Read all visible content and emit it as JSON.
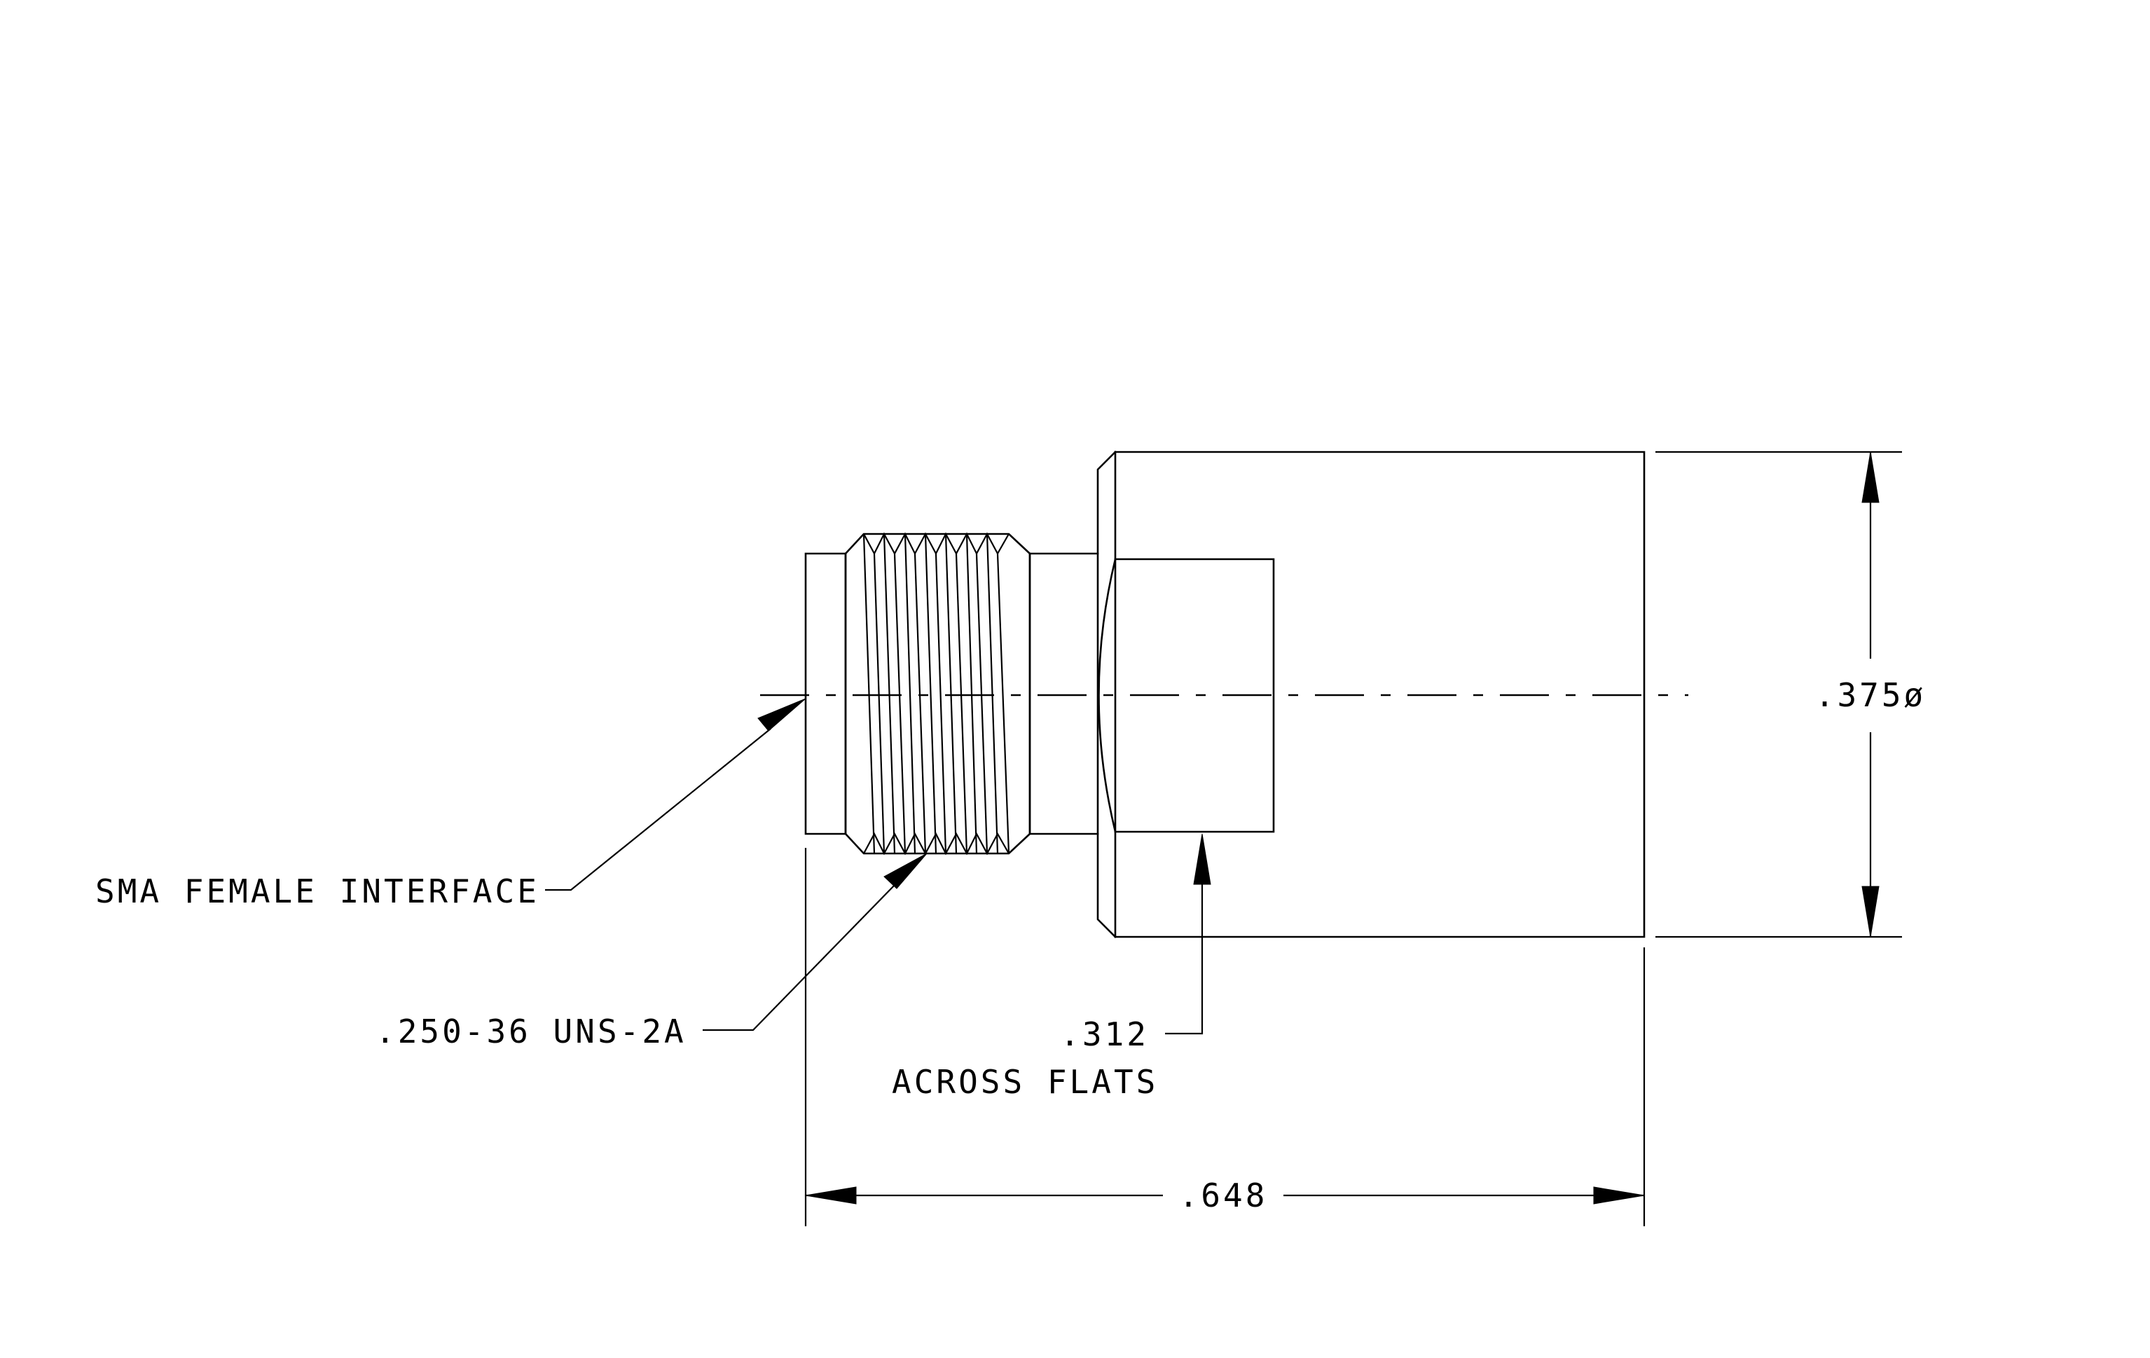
{
  "annotations": {
    "sma_interface": "SMA FEMALE INTERFACE",
    "thread_spec": ".250-36 UNS-2A",
    "flats_dim": ".312",
    "flats_note": "ACROSS FLATS",
    "diameter_dim": ".375ø",
    "length_dim": ".648"
  }
}
